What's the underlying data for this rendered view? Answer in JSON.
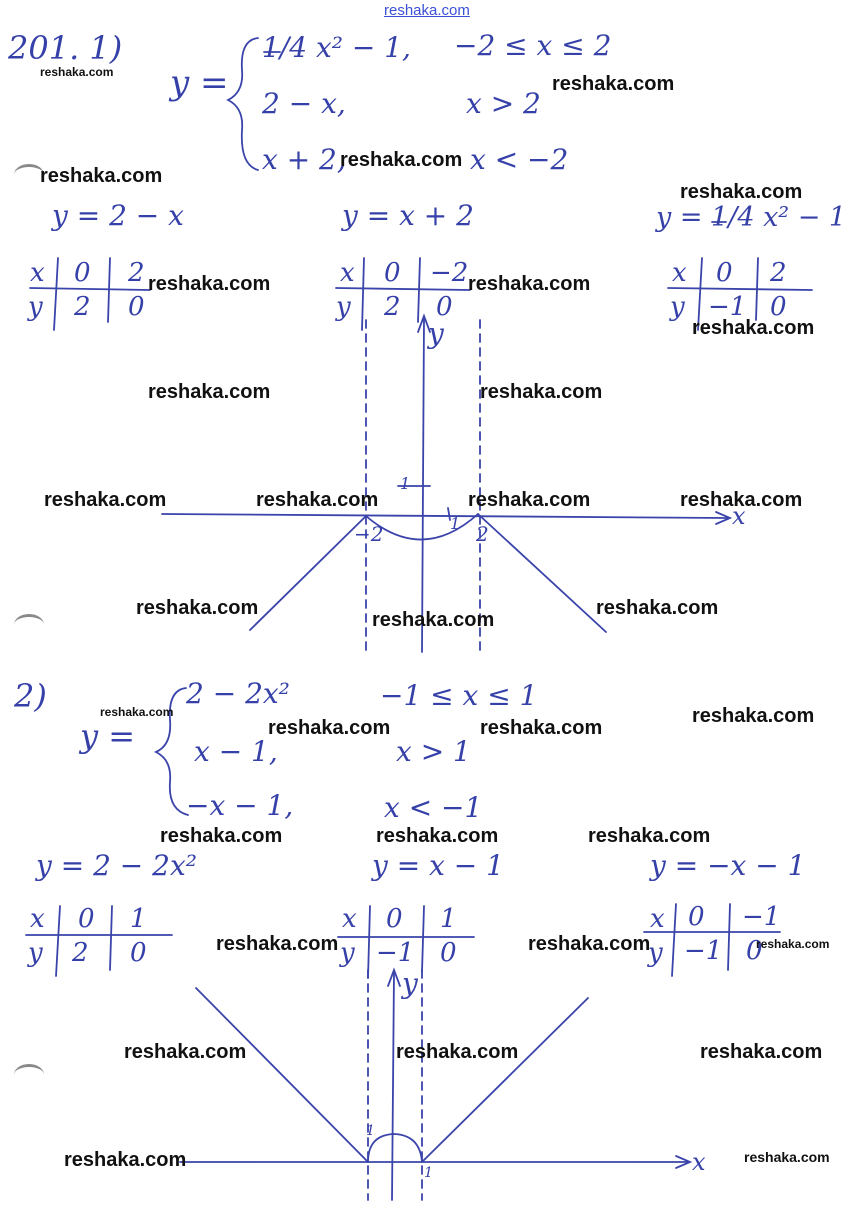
{
  "top_link": "reshaka.com",
  "watermark": "reshaka.com",
  "problem1": {
    "label": "201. 1)",
    "lhs": "y =",
    "cases": [
      {
        "expr": "1/4 x² − 1,",
        "cond": "−2 ≤ x ≤ 2"
      },
      {
        "expr": "2 − x,",
        "cond": "x > 2"
      },
      {
        "expr": "x + 2,",
        "cond": "x < −2"
      }
    ],
    "tables": [
      {
        "formula": "y = 2 − x",
        "x": [
          "0",
          "2"
        ],
        "y": [
          "2",
          "0"
        ]
      },
      {
        "formula": "y = x + 2",
        "x": [
          "0",
          "−2"
        ],
        "y": [
          "2",
          "0"
        ]
      },
      {
        "formula": "y = 1/4 x² − 1",
        "x": [
          "0",
          "2"
        ],
        "y": [
          "−1",
          "0"
        ]
      }
    ],
    "graph": {
      "y_axis": "y",
      "x_axis": "x",
      "tick_1_y": "1",
      "tick_1_x": "1",
      "tick_neg2": "−2",
      "tick_2": "2"
    }
  },
  "problem2": {
    "label": "2)",
    "lhs": "y =",
    "cases": [
      {
        "expr": "2 − 2x²",
        "cond": "−1 ≤ x ≤ 1"
      },
      {
        "expr": "x − 1,",
        "cond": "x > 1"
      },
      {
        "expr": "−x − 1,",
        "cond": "x < −1"
      }
    ],
    "tables": [
      {
        "formula": "y = 2 − 2x²",
        "x": [
          "0",
          "1"
        ],
        "y": [
          "2",
          "0"
        ]
      },
      {
        "formula": "y = x − 1",
        "x": [
          "0",
          "1"
        ],
        "y": [
          "−1",
          "0"
        ]
      },
      {
        "formula": "y = −x − 1",
        "x": [
          "0",
          "−1"
        ],
        "y": [
          "−1",
          "0"
        ]
      }
    ],
    "graph": {
      "y_axis": "y",
      "x_axis": "x",
      "tick_1_y": "1",
      "tick_1_x": "1"
    }
  }
}
